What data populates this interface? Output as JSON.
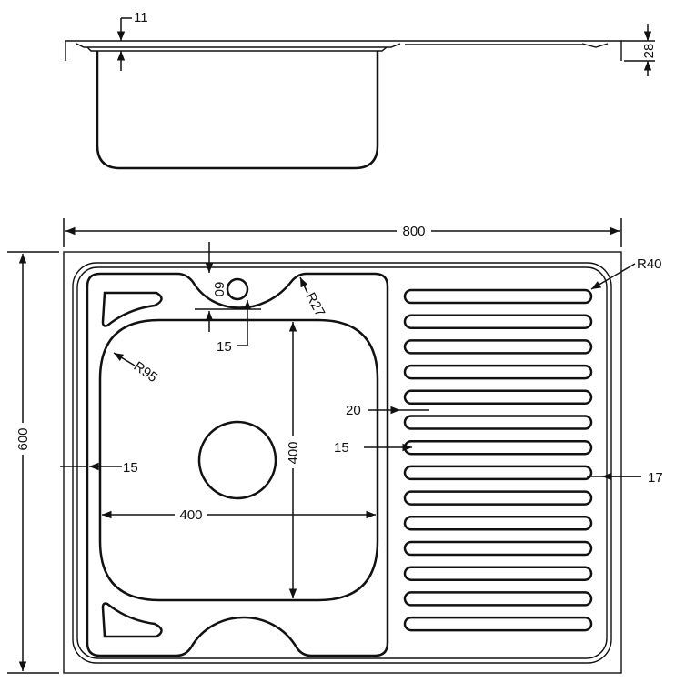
{
  "side_view": {
    "dim_flange": "11",
    "dim_height": "28"
  },
  "top_view": {
    "dim_width": "800",
    "dim_depth": "600",
    "dim_corner_radius": "R40",
    "dim_tap_offset": "60",
    "dim_dip_radius": "R27",
    "dim_tap_gap": "15",
    "dim_bowl_radius": "R95",
    "dim_rib_pitch": "20",
    "dim_rib_gap": "15",
    "dim_side_margin": "15",
    "dim_rib_end": "17",
    "dim_bowl_width": "400",
    "dim_bowl_length": "400"
  },
  "colors": {
    "line": "#111111",
    "background": "#ffffff"
  }
}
